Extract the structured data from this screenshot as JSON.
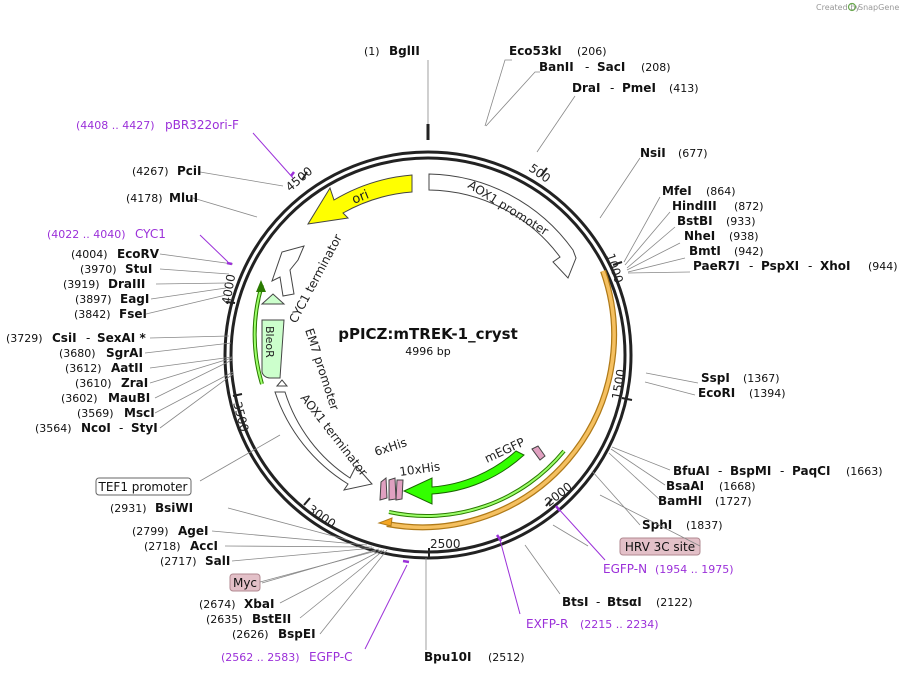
{
  "credit": {
    "prefix": "Created by",
    "brand": "SnapGene"
  },
  "plasmid": {
    "name": "pPICZ:mTREK-1_cryst",
    "length": "4996 bp"
  },
  "ticks": [
    "500",
    "1000",
    "1500",
    "2000",
    "2500",
    "3000",
    "3500",
    "4000",
    "4500"
  ],
  "features": {
    "aox1_promoter": "AOX1 promoter",
    "ori": "ori",
    "cyc1_terminator": "CYC1 terminator",
    "bleor": "BleoR",
    "em7_promoter": "EM7 promoter",
    "aox1_terminator": "AOX1 terminator",
    "his6": "6xHis",
    "his10": "10xHis",
    "megfp": "mEGFP"
  },
  "boxed": {
    "tef1": "TEF1 promoter",
    "hrv": "HRV 3C site",
    "myc": "Myc"
  },
  "sites": {
    "bglII": {
      "pos": "(1)",
      "name": "BglII"
    },
    "eco53kI": {
      "name": "Eco53kI",
      "pos": "(206)"
    },
    "banII": {
      "name": "BanII",
      "name2": "SacI",
      "pos": "(208)"
    },
    "draI": {
      "name": "DraI",
      "name2": "PmeI",
      "pos": "(413)"
    },
    "nsiI": {
      "name": "NsiI",
      "pos": "(677)"
    },
    "mfeI": {
      "name": "MfeI",
      "pos": "(864)"
    },
    "hindIII": {
      "name": "HindIII",
      "pos": "(872)"
    },
    "bstBI": {
      "name": "BstBI",
      "pos": "(933)"
    },
    "nheI": {
      "name": "NheI",
      "pos": "(938)"
    },
    "bmtI": {
      "name": "BmtI",
      "pos": "(942)"
    },
    "paeR7I": {
      "name": "PaeR7I",
      "name2": "PspXI",
      "name3": "XhoI",
      "pos": "(944)"
    },
    "sspI": {
      "name": "SspI",
      "pos": "(1367)"
    },
    "ecoRI": {
      "name": "EcoRI",
      "pos": "(1394)"
    },
    "bfuAI": {
      "name": "BfuAI",
      "name2": "BspMI",
      "name3": "PaqCI",
      "pos": "(1663)"
    },
    "bsaAI": {
      "name": "BsaAI",
      "pos": "(1668)"
    },
    "bamHI": {
      "name": "BamHI",
      "pos": "(1727)"
    },
    "sphI": {
      "name": "SphI",
      "pos": "(1837)"
    },
    "btsI": {
      "name": "BtsI",
      "name2": "BtsαI",
      "pos": "(2122)"
    },
    "bpu10I": {
      "name": "Bpu10I",
      "pos": "(2512)"
    },
    "pciI": {
      "pos": "(4267)",
      "name": "PciI"
    },
    "mluI": {
      "pos": "(4178)",
      "name": "MluI"
    },
    "ecoRV": {
      "pos": "(4004)",
      "name": "EcoRV"
    },
    "stuI": {
      "pos": "(3970)",
      "name": "StuI"
    },
    "draIII": {
      "pos": "(3919)",
      "name": "DraIII"
    },
    "eagI": {
      "pos": "(3897)",
      "name": "EagI"
    },
    "fseI": {
      "pos": "(3842)",
      "name": "FseI"
    },
    "csiI": {
      "pos": "(3729)",
      "name": "CsiI",
      "name2": "SexAI *"
    },
    "sgrAI": {
      "pos": "(3680)",
      "name": "SgrAI"
    },
    "aatII": {
      "pos": "(3612)",
      "name": "AatII"
    },
    "zraI": {
      "pos": "(3610)",
      "name": "ZraI"
    },
    "mauBI": {
      "pos": "(3602)",
      "name": "MauBI"
    },
    "mscI": {
      "pos": "(3569)",
      "name": "MscI"
    },
    "ncoI": {
      "pos": "(3564)",
      "name": "NcoI",
      "name2": "StyI"
    },
    "bsiWI": {
      "pos": "(2931)",
      "name": "BsiWI"
    },
    "ageI": {
      "pos": "(2799)",
      "name": "AgeI"
    },
    "accI": {
      "pos": "(2718)",
      "name": "AccI"
    },
    "salI": {
      "pos": "(2717)",
      "name": "SalI"
    },
    "xbaI": {
      "pos": "(2674)",
      "name": "XbaI"
    },
    "bstEII": {
      "pos": "(2635)",
      "name": "BstEII"
    },
    "bspEI": {
      "pos": "(2626)",
      "name": "BspEI"
    }
  },
  "primers": {
    "pbr322": {
      "range": "(4408 .. 4427)",
      "name": "pBR322ori-F"
    },
    "cyc1": {
      "range": "(4022 .. 4040)",
      "name": "CYC1"
    },
    "egfpN": {
      "name": "EGFP-N",
      "range": "(1954 .. 1975)"
    },
    "exfpR": {
      "name": "EXFP-R",
      "range": "(2215 .. 2234)"
    },
    "egfpC": {
      "range": "(2562 .. 2583)",
      "name": "EGFP-C"
    }
  },
  "colors": {
    "primer": "#9b30d9",
    "ori_fill": "#ffff00",
    "bleor_fill": "#ccffcc",
    "megfp_fill": "#33ff00",
    "orange_arc": "#f5a623",
    "box_fill": "#e3c0c8"
  }
}
